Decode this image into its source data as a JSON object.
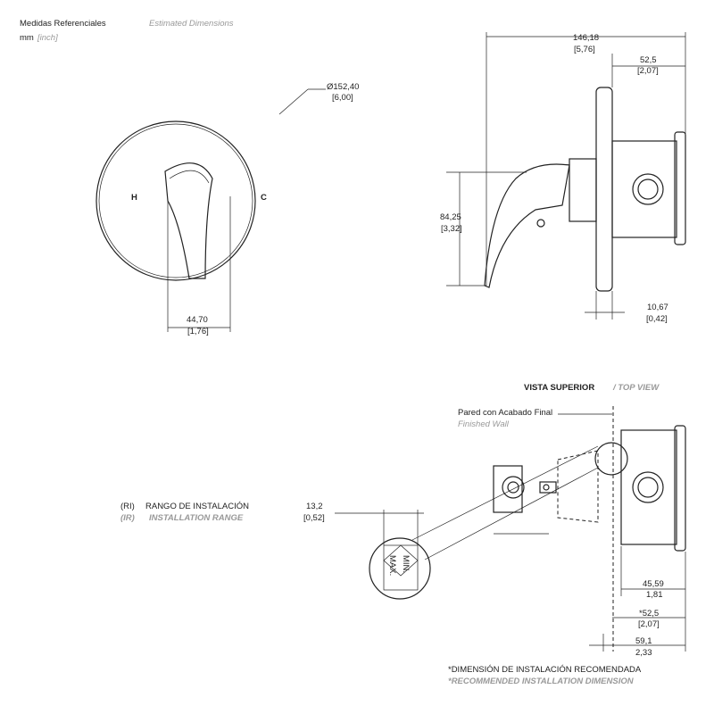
{
  "header": {
    "title_es": "Medidas Referenciales",
    "title_en": "Estimated Dimensions",
    "unit_mm": "mm",
    "unit_inch": "[inch]"
  },
  "front_view": {
    "diameter": "Ø152,40",
    "diameter_in": "[6,00]",
    "hot_label": "H",
    "cold_label": "C",
    "handle_width": "44,70",
    "handle_width_in": "[1,76]"
  },
  "side_view": {
    "total_depth": "146,18",
    "total_depth_in": "[5,76]",
    "body_depth": "52,5",
    "body_depth_in": "[2,07]",
    "height": "84,25",
    "height_in": "[3,32]",
    "plate": "10,67",
    "plate_in": "[0,42]"
  },
  "top_view": {
    "title": "VISTA SUPERIOR",
    "title_en": "/ TOP VIEW",
    "wall_label": "Pared con Acabado Final",
    "wall_label_en": "Finished Wall",
    "range_es_code": "(RI)",
    "range_es": "RANGO DE INSTALACIÓN",
    "range_en_code": "(IR)",
    "range_en": "INSTALLATION RANGE",
    "range_dim": "13,2",
    "range_dim_in": "[0,52]",
    "min_label": "MIN.",
    "max_label": "MAX.",
    "dim1": "45,59",
    "dim1_in": "1,81",
    "dim2": "*52,5",
    "dim2_in": "[2,07]",
    "dim3": "59,1",
    "dim3_in": "2,33",
    "note_es": "*DIMENSIÓN DE INSTALACIÓN RECOMENDADA",
    "note_en": "*RECOMMENDED INSTALLATION DIMENSION"
  }
}
